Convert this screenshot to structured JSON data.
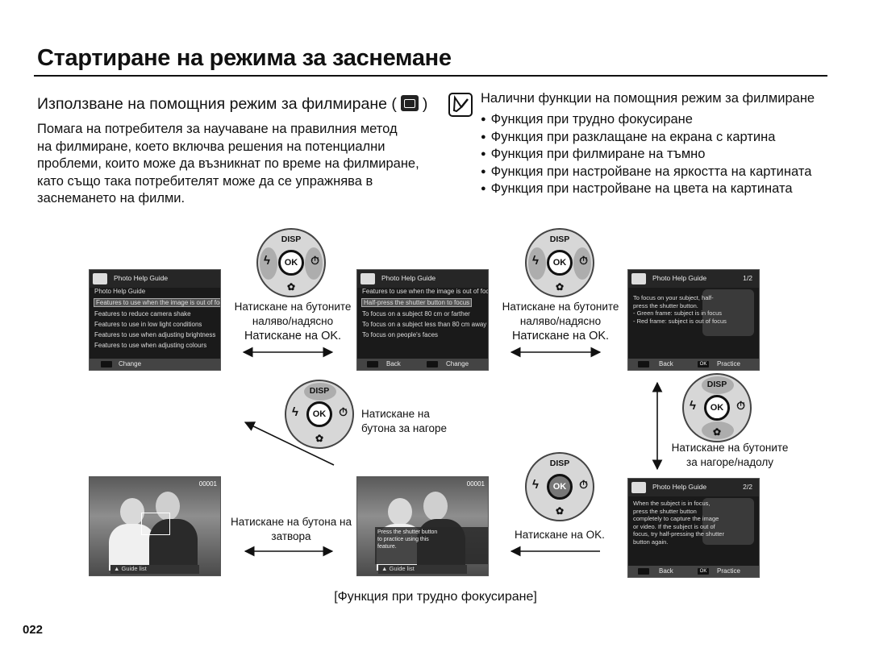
{
  "header": {
    "title": "Стартиране на режима за заснемане"
  },
  "section": {
    "subtitle_before": "Използване на помощния режим за филмиране (",
    "subtitle_after": ")",
    "intro": [
      "Помага на потребителя за научаване на правилния метод",
      "на филмиране, което включва решения на потенциални",
      "проблеми, които може да възникнат по време на филмиране,",
      "като също така потребителят може да се упражнява в",
      "заснемането на филми."
    ]
  },
  "note": {
    "title": "Налични функции на помощния режим за филмиране",
    "items": [
      "Функция при трудно фокусиране",
      "Функция при разклащане на екрана с картина",
      "Функция при филмиране на тъмно",
      "Функция при настройване на яркостта на картината",
      "Функция при настройване на цвета на картината"
    ]
  },
  "dial": {
    "disp": "DISP",
    "ok": "OK",
    "flash": "ϟ",
    "timer": "⏱",
    "macro": "✿"
  },
  "screens": {
    "s1": {
      "header": "Photo Help Guide",
      "lines": [
        "Photo Help Guide",
        "Features to use when the image is out of focus",
        "Features to reduce camera shake",
        "Features to use in low light conditions",
        "Features to use when adjusting brightness",
        "Features to use when adjusting colours"
      ],
      "footer_change": "Change"
    },
    "s2": {
      "header": "Photo Help Guide",
      "lines": [
        "Features to use when the image is out of focus",
        "Half-press the shutter button to focus",
        "To focus on a subject 80 cm or farther",
        "To focus on a subject less than 80 cm away",
        "To focus on people's faces"
      ],
      "footer_back": "Back",
      "footer_change": "Change"
    },
    "s3": {
      "header": "Photo Help Guide",
      "page": "1/2",
      "lines": [
        "To focus on your subject, half-",
        "press the shutter button.",
        "- Green frame: subject is in focus",
        "- Red frame: subject is out of focus"
      ],
      "footer_back": "Back",
      "footer_ok": "OK",
      "footer_practice": "Practice"
    },
    "s4": {
      "header": "Photo Help Guide",
      "page": "2/2",
      "lines": [
        "When the subject is in focus,",
        "press the shutter button",
        "completely to capture the image",
        "or video. If the subject is out of",
        "focus, try half-pressing the shutter",
        "button again."
      ],
      "footer_back": "Back",
      "footer_ok": "OK",
      "footer_practice": "Practice"
    },
    "s5": {
      "counter": "00001",
      "guide": "Guide list"
    },
    "s6": {
      "counter": "00001",
      "guide": "Guide list",
      "popup": [
        "Press the shutter button",
        "to practice using this",
        "feature."
      ]
    }
  },
  "captions": {
    "lr_1": [
      "Натискане на бутоните",
      "наляво/надясно",
      "Натискане на OK."
    ],
    "lr_2": [
      "Натискане на бутоните",
      "наляво/надясно",
      "Натискане на OK."
    ],
    "up": [
      "Натискане на",
      "бутона за нагоре"
    ],
    "updown": [
      "Натискане на бутоните",
      "за нагоре/надолу"
    ],
    "shutter": [
      "Натискане на бутона на",
      "затвора"
    ],
    "ok_press": "Натискане на OK."
  },
  "footer": {
    "caption": "[Функция при трудно фокусиране]",
    "page_number": "022"
  }
}
